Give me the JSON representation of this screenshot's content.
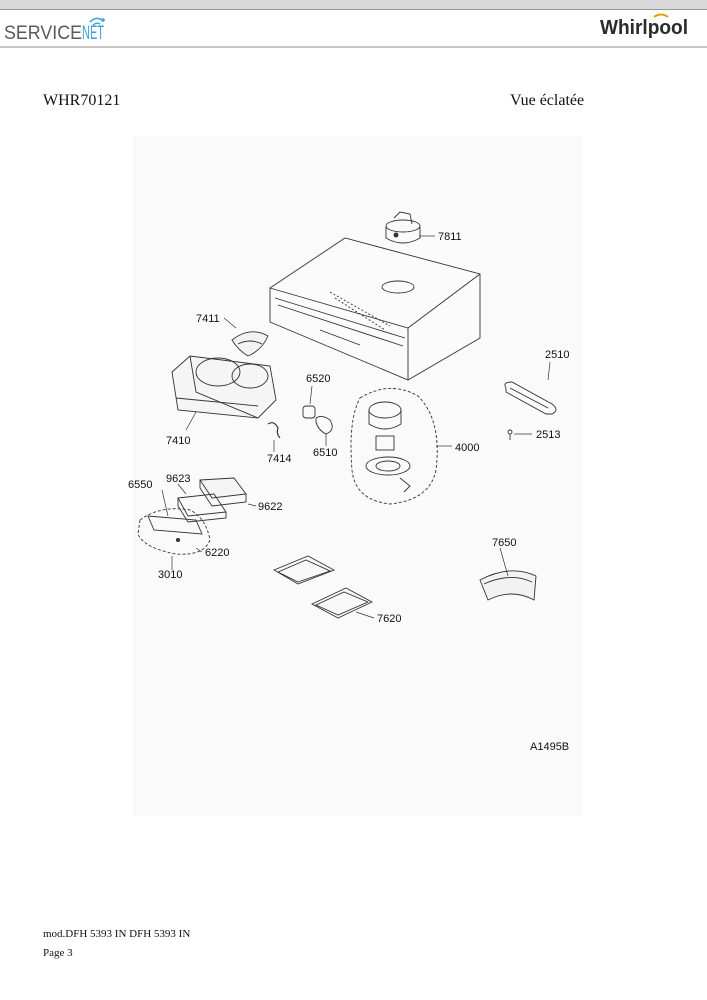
{
  "header": {
    "servicenet_logo": "SERVICENET",
    "whirlpool_logo": "Whirlpool"
  },
  "document": {
    "model": "WHR70121",
    "view_title": "Vue éclatée"
  },
  "diagram": {
    "drawing_code": "A1495B",
    "parts": {
      "p7811": "7811",
      "p7411": "7411",
      "p2510": "2510",
      "p6520": "6520",
      "p7410": "7410",
      "p2513": "2513",
      "p7414": "7414",
      "p6510": "6510",
      "p4000": "4000",
      "p9623": "9623",
      "p6550": "6550",
      "p9622": "9622",
      "p6220": "6220",
      "p3010": "3010",
      "p7650": "7650",
      "p7620": "7620"
    }
  },
  "footer": {
    "model_line": "mod.DFH 5393 IN DFH 5393 IN",
    "page": "Page 3"
  }
}
